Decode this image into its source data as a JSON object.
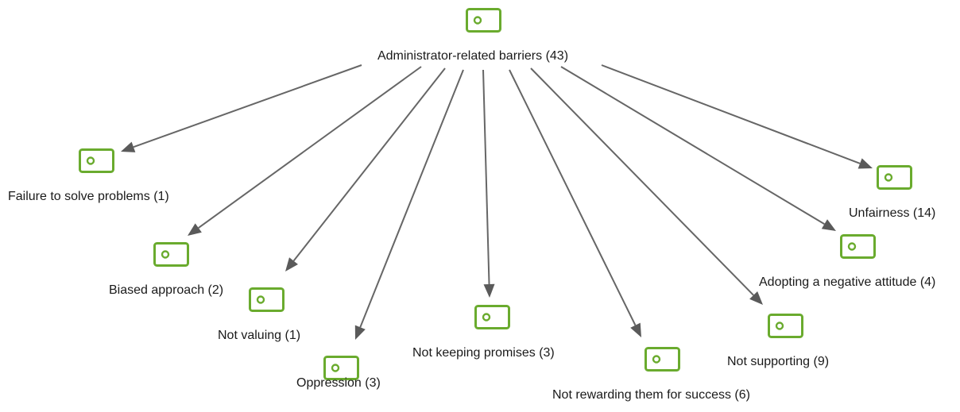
{
  "diagram": {
    "root": {
      "label": "Administrator-related barriers (43)"
    },
    "children": [
      {
        "id": "failure",
        "label": "Failure to solve problems (1)"
      },
      {
        "id": "biased",
        "label": "Biased approach (2)"
      },
      {
        "id": "notvaluing",
        "label": "Not valuing (1)"
      },
      {
        "id": "oppression",
        "label": "Oppression (3)"
      },
      {
        "id": "promises",
        "label": "Not keeping promises (3)"
      },
      {
        "id": "rewarding",
        "label": "Not rewarding them for success (6)"
      },
      {
        "id": "supporting",
        "label": "Not supporting (9)"
      },
      {
        "id": "negative",
        "label": "Adopting a negative attitude (4)"
      },
      {
        "id": "unfairness",
        "label": "Unfairness (14)"
      }
    ]
  },
  "colors": {
    "icon": "#6aab2e",
    "edge": "#666666",
    "text": "#1a1a1a"
  },
  "icon_name": "code-tag-icon"
}
